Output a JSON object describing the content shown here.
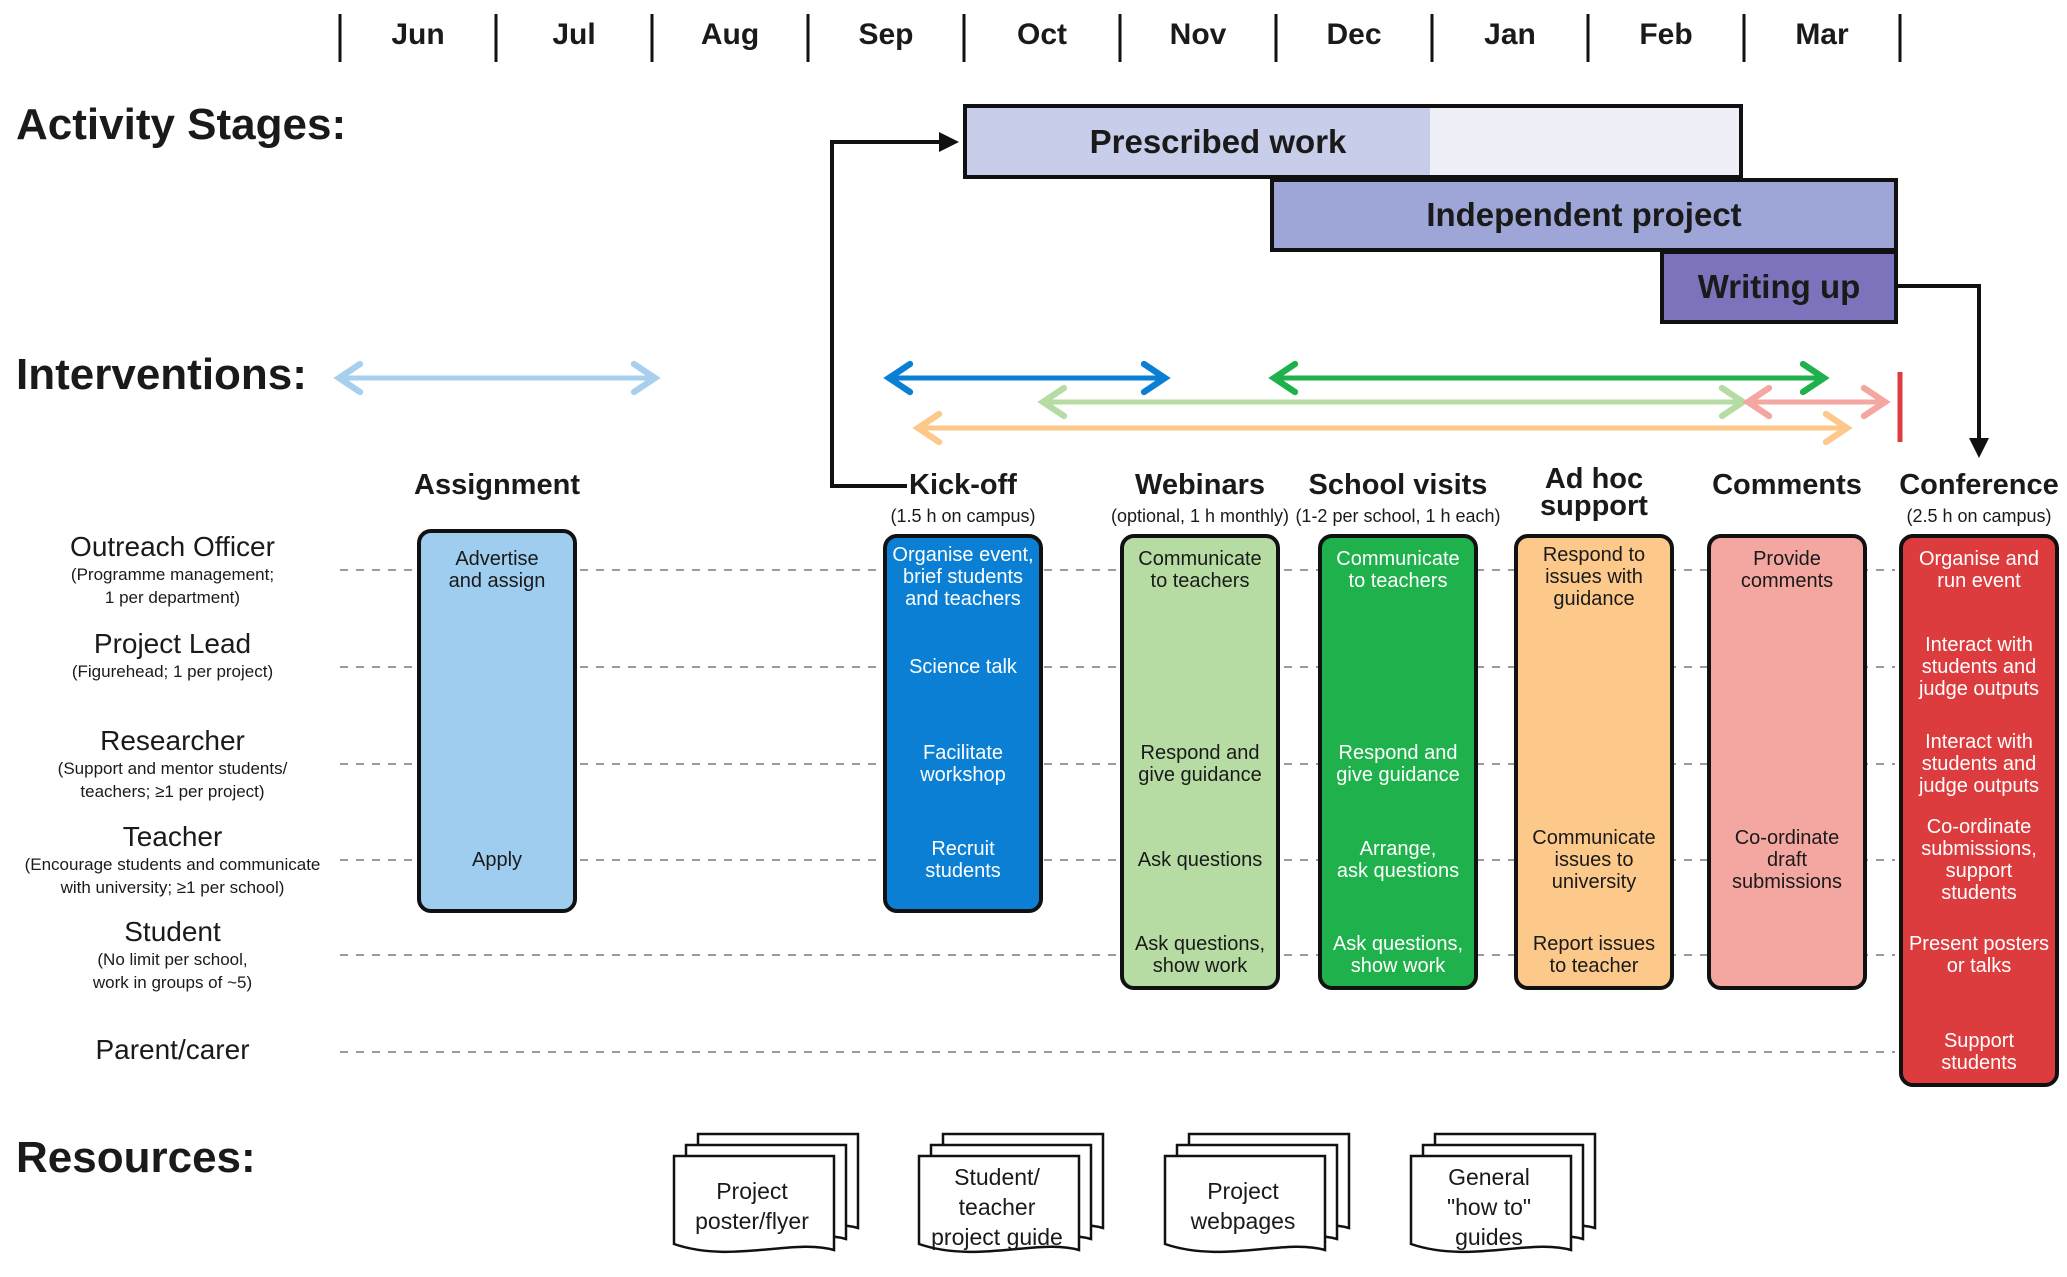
{
  "months": [
    "Jun",
    "Jul",
    "Aug",
    "Sep",
    "Oct",
    "Nov",
    "Dec",
    "Jan",
    "Feb",
    "Mar"
  ],
  "sections": {
    "activity_stages": "Activity Stages:",
    "interventions": "Interventions:",
    "resources": "Resources:"
  },
  "stages": [
    {
      "label": "Prescribed work",
      "color": "#c8cdea"
    },
    {
      "label": "Independent project",
      "color": "#9ea6d8"
    },
    {
      "label": "Writing up",
      "color": "#7b74bd"
    }
  ],
  "roles": [
    {
      "name": "Outreach Officer",
      "desc": [
        "(Programme management;",
        "1 per department)"
      ]
    },
    {
      "name": "Project Lead",
      "desc": [
        "(Figurehead; 1 per project)"
      ]
    },
    {
      "name": "Researcher",
      "desc": [
        "(Support and mentor students/",
        "teachers; ≥1 per project)"
      ]
    },
    {
      "name": "Teacher",
      "desc": [
        "(Encourage students and communicate",
        "with university; ≥1 per school)"
      ]
    },
    {
      "name": "Student",
      "desc": [
        "(No limit per school,",
        "work in groups of ~5)"
      ]
    },
    {
      "name": "Parent/carer",
      "desc": []
    }
  ],
  "interventions": [
    {
      "title": "Assignment",
      "subtitle": "",
      "color": "#9fcdf0",
      "text_color": "#1a1a1a",
      "cells": [
        "Advertise\nand assign",
        "",
        "",
        "Apply",
        "",
        ""
      ]
    },
    {
      "title": "Kick-off",
      "subtitle": "(1.5 h on campus)",
      "color": "#0a7fd4",
      "text_color": "#ffffff",
      "cells": [
        "Organise event,\nbrief students\nand teachers",
        "Science talk",
        "Facilitate\nworkshop",
        "Recruit\nstudents",
        "",
        ""
      ]
    },
    {
      "title": "Webinars",
      "subtitle": "(optional, 1 h monthly)",
      "color": "#b6dca3",
      "text_color": "#1a1a1a",
      "cells": [
        "Communicate\nto teachers",
        "",
        "Respond and\ngive guidance",
        "Ask questions",
        "Ask questions,\nshow work",
        ""
      ]
    },
    {
      "title": "School visits",
      "subtitle": "(1-2 per school, 1 h each)",
      "color": "#1fb14b",
      "text_color": "#ffffff",
      "cells": [
        "Communicate\nto teachers",
        "",
        "Respond and\ngive guidance",
        "Arrange,\nask questions",
        "Ask questions,\nshow work",
        ""
      ]
    },
    {
      "title": "Ad hoc\nsupport",
      "subtitle": "",
      "color": "#fcc98a",
      "text_color": "#1a1a1a",
      "cells": [
        "Respond to\nissues with\nguidance",
        "",
        "",
        "Communicate\nissues to\nuniversity",
        "Report issues\nto teacher",
        ""
      ]
    },
    {
      "title": "Comments",
      "subtitle": "",
      "color": "#f4a7a1",
      "text_color": "#1a1a1a",
      "cells": [
        "Provide\ncomments",
        "",
        "",
        "Co-ordinate\ndraft\nsubmissions",
        "",
        ""
      ]
    },
    {
      "title": "Conference",
      "subtitle": "(2.5 h on campus)",
      "color": "#dd3c3f",
      "text_color": "#ffffff",
      "cells": [
        "Organise and\nrun event",
        "Interact with\nstudents and\njudge outputs",
        "Interact with\nstudents and\njudge outputs",
        "Co-ordinate\nsubmissions,\nsupport\nstudents",
        "Present posters\nor talks",
        "Support\nstudents"
      ]
    }
  ],
  "intervention_arrow_colors": [
    "#a8d0ee",
    "#0a7fd4",
    "#b6dca3",
    "#1fb14b",
    "#fcc98a",
    "#f4a7a1",
    "#dd3c3f"
  ],
  "resources": [
    "Project\nposter/flyer",
    "Student/\nteacher\nproject guide",
    "Project\nwebpages",
    "General\n\"how to\"\nguides"
  ]
}
